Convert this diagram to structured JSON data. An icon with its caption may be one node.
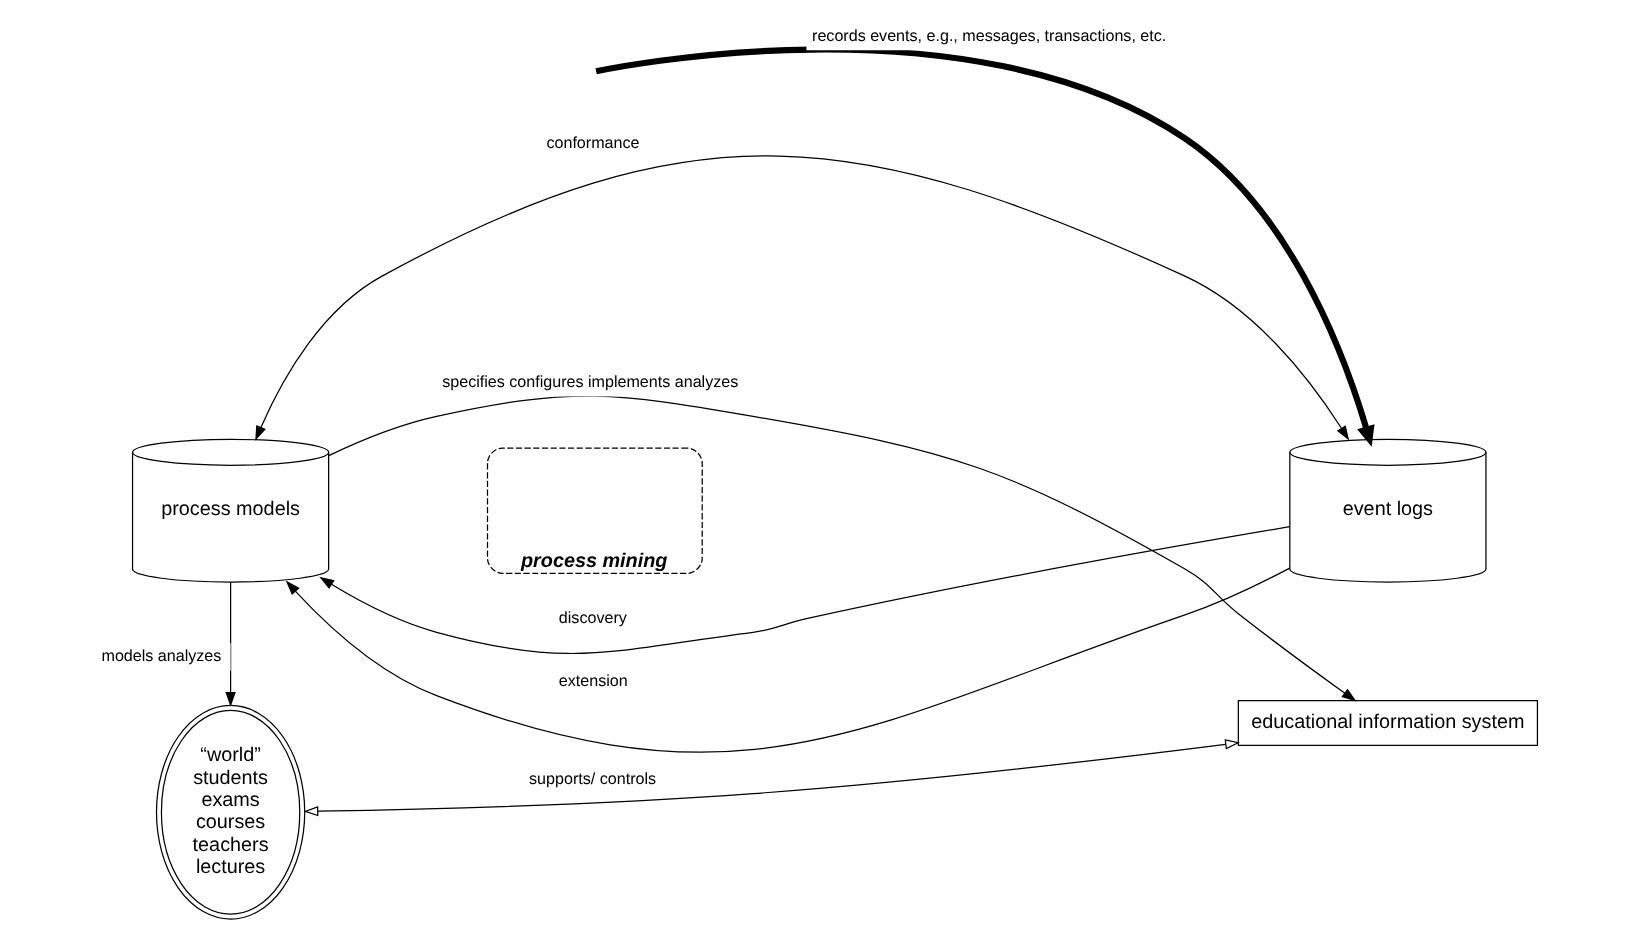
{
  "diagram": {
    "nodes": [
      {
        "text": [
          "“world”",
          "students",
          "exams",
          "courses",
          "teachers",
          "lectures"
        ]
      },
      {
        "text": [
          "educational information system"
        ]
      },
      {
        "text": [
          "process models"
        ]
      },
      {
        "text": [
          "event logs"
        ]
      },
      {
        "text": [
          "process mining"
        ]
      }
    ],
    "edges": [
      {
        "from": 0,
        "to": 1,
        "arrow": "both",
        "label": "supports/ controls"
      },
      {
        "from": 2,
        "to": 0,
        "arrow": "to",
        "label": "models analyzes"
      },
      {
        "from": 2,
        "to": 1,
        "arrow": "to",
        "label": "specifies configures implements analyzes"
      },
      {
        "from": null,
        "to": 3,
        "arrow": "to",
        "style": "thick",
        "label": "records events, e.g., messages, transactions, etc."
      },
      {
        "from": 3,
        "to": 2,
        "arrow": "to",
        "label": "discovery"
      },
      {
        "from": 2,
        "to": 3,
        "arrow": "both",
        "label": "conformance"
      },
      {
        "from": 3,
        "to": 2,
        "arrow": "to",
        "label": "extension"
      }
    ]
  }
}
